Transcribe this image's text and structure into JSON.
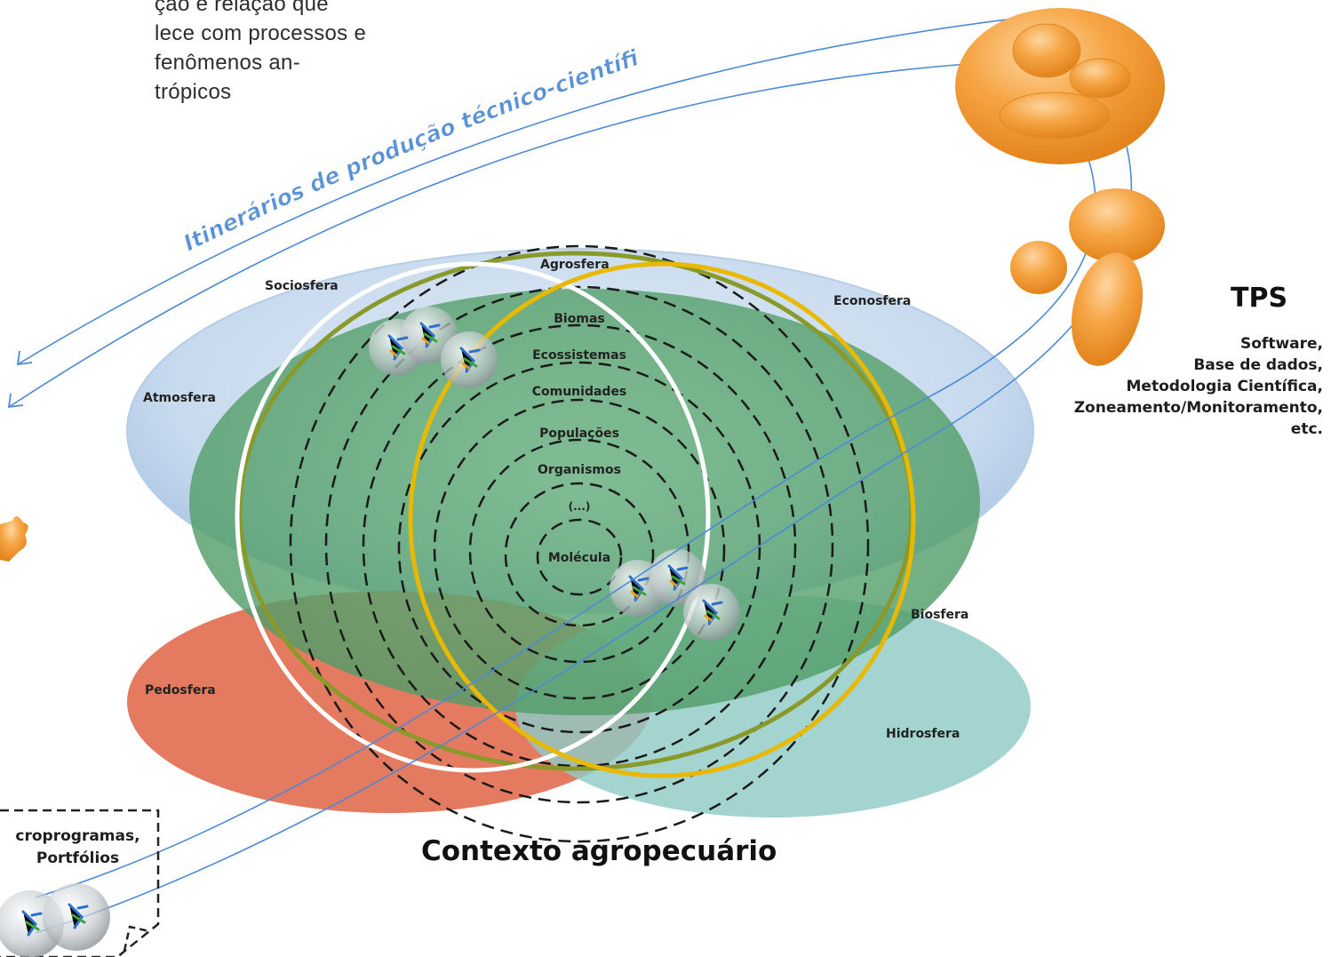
{
  "top_text": {
    "lines": [
      "ção e relação que",
      "lece com processos e",
      "fenômenos an-",
      "trópicos"
    ]
  },
  "arc_label": "Itinerários de produção técnico-científica",
  "spheres": {
    "agrosfera": "Agrosfera",
    "sociosfera": "Sociosfera",
    "econosfera": "Econosfera",
    "atmosfera": "Atmosfera",
    "biosfera": "Biosfera",
    "pedosfera": "Pedosfera",
    "hidrosfera": "Hidrosfera"
  },
  "levels": [
    "Biomas",
    "Ecossistemas",
    "Comunidades",
    "Populações",
    "Organismos",
    "(...)",
    "Molécula"
  ],
  "tps": {
    "title": "TPS",
    "items": [
      "Software,",
      "Base de dados,",
      "Metodologia  Científica,",
      "Zoneamento/Monitoramento,",
      "etc."
    ]
  },
  "caption": "Contexto agropecuário",
  "doc_box": {
    "lines": [
      "croprogramas,",
      "Portfólios"
    ]
  },
  "colors": {
    "atmosphere": "#c9dcef",
    "biosphere": "#5fa774",
    "pedosphere": "#e0684a",
    "hydrosphere": "#8fcbc6",
    "agrosphere_ring": "#8a9a2a",
    "sociosphere_ring": "#ffffff",
    "econosphere_ring": "#e9b800",
    "arc_line": "#4d8ad6",
    "orange": "#f39a2f"
  }
}
